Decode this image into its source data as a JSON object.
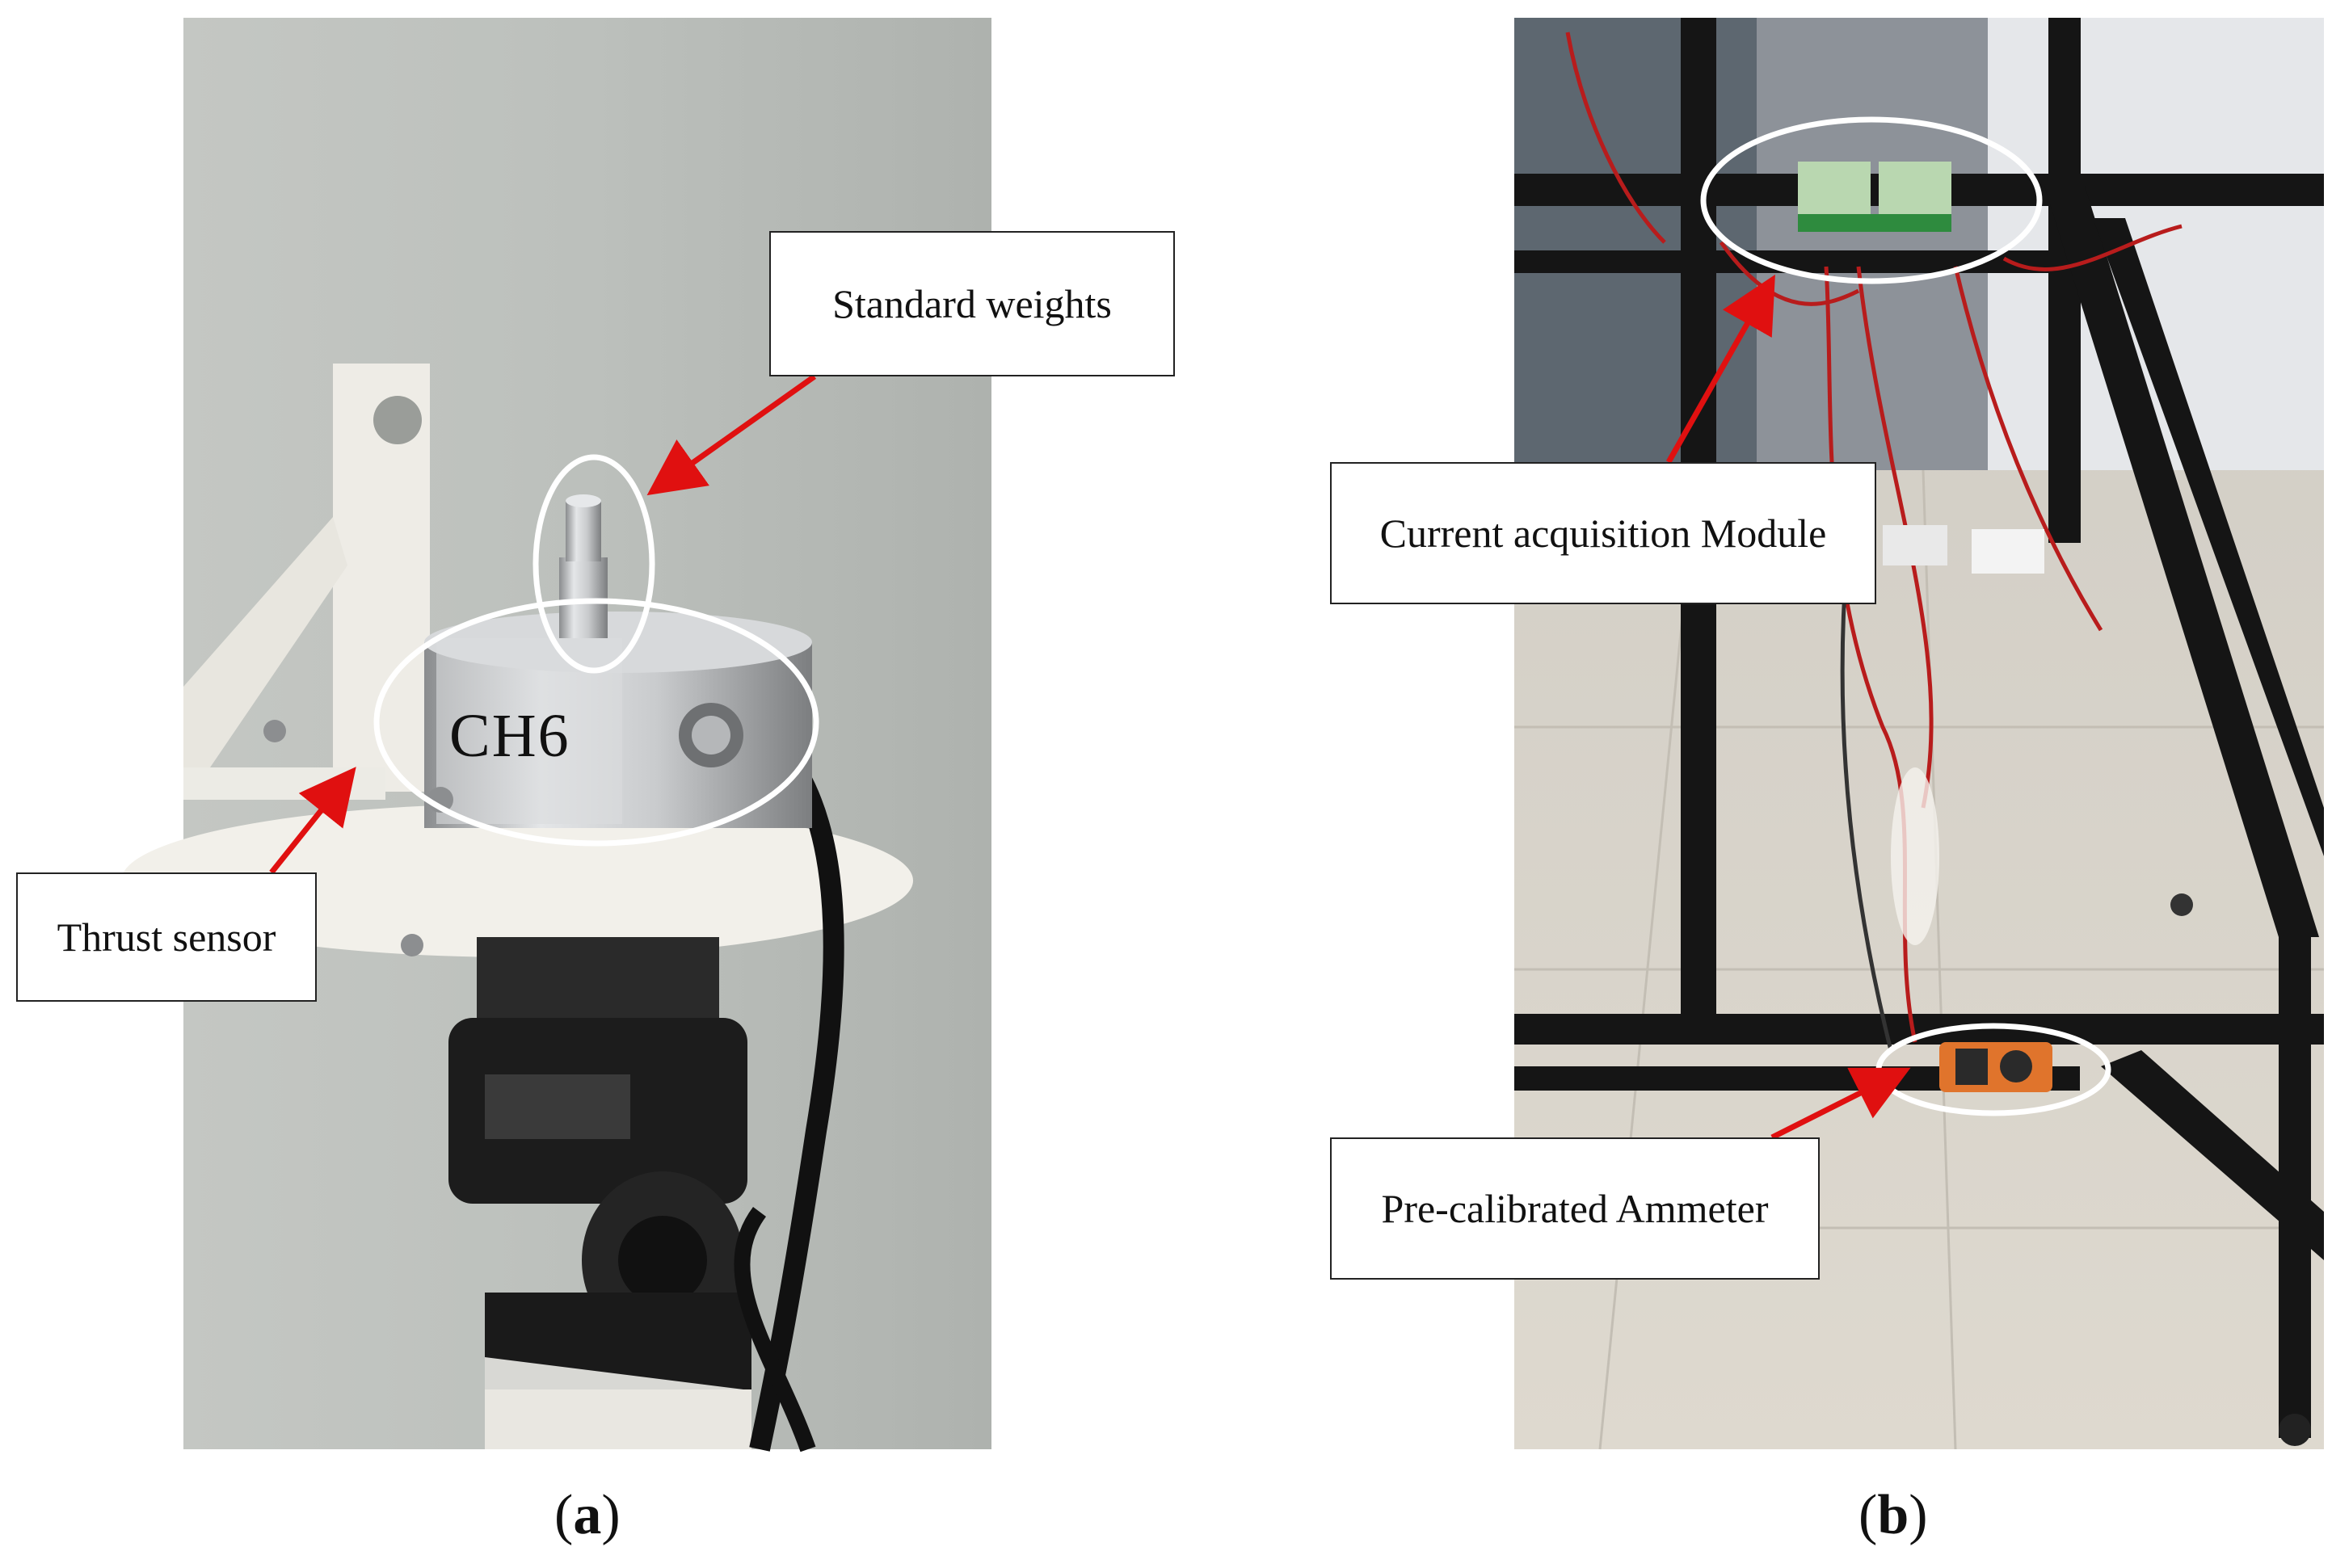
{
  "panel_a": {
    "caption_letter": "a",
    "labels": {
      "standard_weights": "Standard weights",
      "thrust_sensor": "Thrust sensor"
    },
    "sensor_marking": "CH6"
  },
  "panel_b": {
    "caption_letter": "b",
    "labels": {
      "current_module": "Current acquisition Module",
      "ammeter": "Pre-calibrated Ammeter"
    }
  },
  "colors": {
    "arrow": "#e01010",
    "ellipse": "#ffffff",
    "wall": "#b8bcb8",
    "floor": "#d9d3c8"
  }
}
